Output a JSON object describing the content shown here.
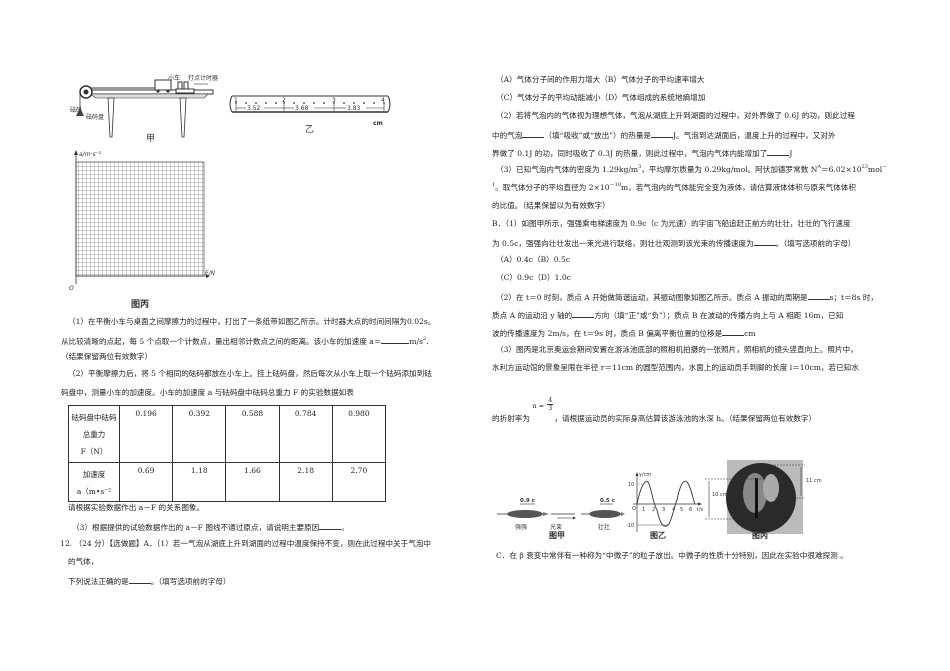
{
  "figures": {
    "jia": {
      "caption": "甲",
      "labels": {
        "cart": "小车",
        "timer": "打点计时器",
        "weight": "砝码",
        "tray": "砝码盘"
      }
    },
    "yi": {
      "caption": "乙",
      "points": [
        "1",
        "2",
        "3",
        "4"
      ],
      "distances": [
        "3.52",
        "3.68",
        "3.83"
      ],
      "unit": "cm"
    },
    "bing": {
      "caption": "图丙",
      "y_axis": "a/m·s⁻²",
      "x_axis": "F/N",
      "origin": "O"
    }
  },
  "left": {
    "q1_line1": "（1）在平衡小车与桌面之间摩擦力的过程中，打出了一条纸带如图乙所示。计时器大点的时间间隔为0.02s。",
    "q1_line2_a": "从比较清晰的点起，每 5 个点取一个计数点，量出相邻计数点之间的距离。该小车的加速度 a＝",
    "q1_line2_b": "m/s",
    "q1_line2_sup": "2",
    "q1_line2_c": ".",
    "q1_line3": "（结果保留两位有效数字）",
    "q2_line1": "（2）平衡摩擦力后，将 5 个相同的砝码都放在小车上。挂上砝码盘，然后每次从小车上取一个砝码添加到砝",
    "q2_line2": "码盘中，测量小车的加速度。小车的加速度 a 与砝码盘中砝码总重力 F 的实验数据如表",
    "table": {
      "row1_header": [
        "砝码盘中砝码",
        "总重力",
        "F（N）"
      ],
      "row1_values": [
        "0.196",
        "0.392",
        "0.588",
        "0.784",
        "0.980"
      ],
      "row2_header": [
        "加速度",
        "a（m•s⁻²"
      ],
      "row2_values": [
        "0.69",
        "1.18",
        "1.66",
        "2.18",
        "2.70"
      ]
    },
    "q2_after": "请根据实验数据作出 a－F 的关系图象。",
    "q3_a": "（3）根据提供的试验数据作出的 a－F 图线不通过原点，请说明主要原因",
    "q3_b": "。",
    "q12_line1": "12. （24 分）【选做题】A．（1）若一气泡从湖底上升到湖面的过程中温度保持不变，则在此过程中关于气泡中",
    "q12_line2": "的气体，",
    "q12_line3_a": "下列说法正确的是",
    "q12_line3_b": "。（填写选项前的字母）"
  },
  "right": {
    "a_opts1": "（A）气体分子间的作用力增大（B）气体分子的平均速率增大",
    "a_opts2": "（C）气体分子的平均动能减小（D）气体组成的系统地熵增加",
    "a2_line1": "（2）若将气泡内的气体视为理想气体，气泡从湖底上升到湖面的过程中，对外界做了 0.6J 的功，则此过程",
    "a2_line2_a": "中的气泡",
    "a2_line2_b": "（填“吸收”或“放出”）的热量是",
    "a2_line2_c": "J。气泡到达湖面后，温度上升的过程中，又对外",
    "a2_line3_a": "界做了 0.1J 的功，同时吸收了 0.3J 的热量，则此过程中，气泡内气体内能增加了",
    "a2_line3_b": "J",
    "a3_line1_a": "（3）已知气泡内气体的密度为 1.29kg/m",
    "a3_line1_sup1": "3",
    "a3_line1_b": "，平均摩尔质量为 0.29kg/mol。阿伏加德罗常数 N",
    "a3_line1_sup2": "A",
    "a3_line1_c": "＝6.02×10",
    "a3_line1_sup3": "23",
    "a3_line1_d": "mol",
    "a3_line1_sup4": "－",
    "a3_line2_sup": "1",
    "a3_line2_a": "。取气体分子的平均直径为 2×10",
    "a3_line2_sup2": "－10",
    "a3_line2_b": "m，若气泡内的气体能完全变为液体，请估算液体体积与原来气体体积",
    "a3_line3": "的比值。（结果保留以为有效数字）",
    "b1_line1": "B．（1）如图甲所示，强强乘电梯速度为 0.9c（c 为光速）的宇宙飞船追赶正前方的壮壮，壮壮的飞行速度",
    "b1_line2_a": "为 0.5c，强强向壮壮发出一束光进行联络，则壮壮观测到该光束的传播速度为",
    "b1_line2_b": "。（填写选项前的字母）",
    "b1_opts1": "（A）0.4c（B）0.5c",
    "b1_opts2": "（C）0.9c（D）1.0c",
    "b2_line1_a": "（2）在 t＝0 时刻，质点 A 开始做简谐运动，其振动图象如图乙所示。质点 A 振动的周期是",
    "b2_line1_b": "s；t＝8s 时，",
    "b2_line2_a": "质点 A 的运动沿 y 轴的",
    "b2_line2_b": "方向（填“正”或“负”）；质点 B 在波动的传播方向上与 A 相距 16m，已知",
    "b2_line3_a": "波的传播速度为 2m/s，在 t＝9s 时，质点 B 偏离平衡位置的位移是",
    "b2_line3_b": "cm",
    "b3_line1": "（3）图丙是北京奥运会期间安置在游泳池底部的照相机拍摄的一张照片，照相机的镜头竖直向上。照片中，",
    "b3_line2": "水利方运动馆的景象呈限在半径 r＝11cm 的圆型范围内，水面上的运动员手到脚的长度 l＝10cm，若已知水",
    "b3_line3_a": "的折射率为",
    "b3_n": "n =",
    "b3_num": "4",
    "b3_den": "3",
    "b3_line3_b": "，请根据运动员的实际身高估算该游泳池的水深 h。（结果保留两位有效数字）",
    "c_line1": "C．在 β 衰变中常伴有一种称为“中微子”的粒子放出。中微子的性质十分特别，因此在实验中很难探测 。"
  },
  "bottom_figures": {
    "jia": {
      "caption": "图甲",
      "ship1_speed": "0.9 c",
      "ship1_name": "强强",
      "beam": "光束",
      "ship2_speed": "0.5 c",
      "ship2_name": "壮壮"
    },
    "yi": {
      "caption": "图乙",
      "y_label": "y/cm",
      "x_label": "t/s",
      "y_max": "10",
      "y_min": "-10",
      "origin": "O",
      "ticks": [
        "1",
        "2",
        "3",
        "4",
        "5",
        "6"
      ]
    },
    "bing": {
      "caption": "图丙",
      "left_dim": "10 cm",
      "right_dim": "11 cm"
    }
  }
}
